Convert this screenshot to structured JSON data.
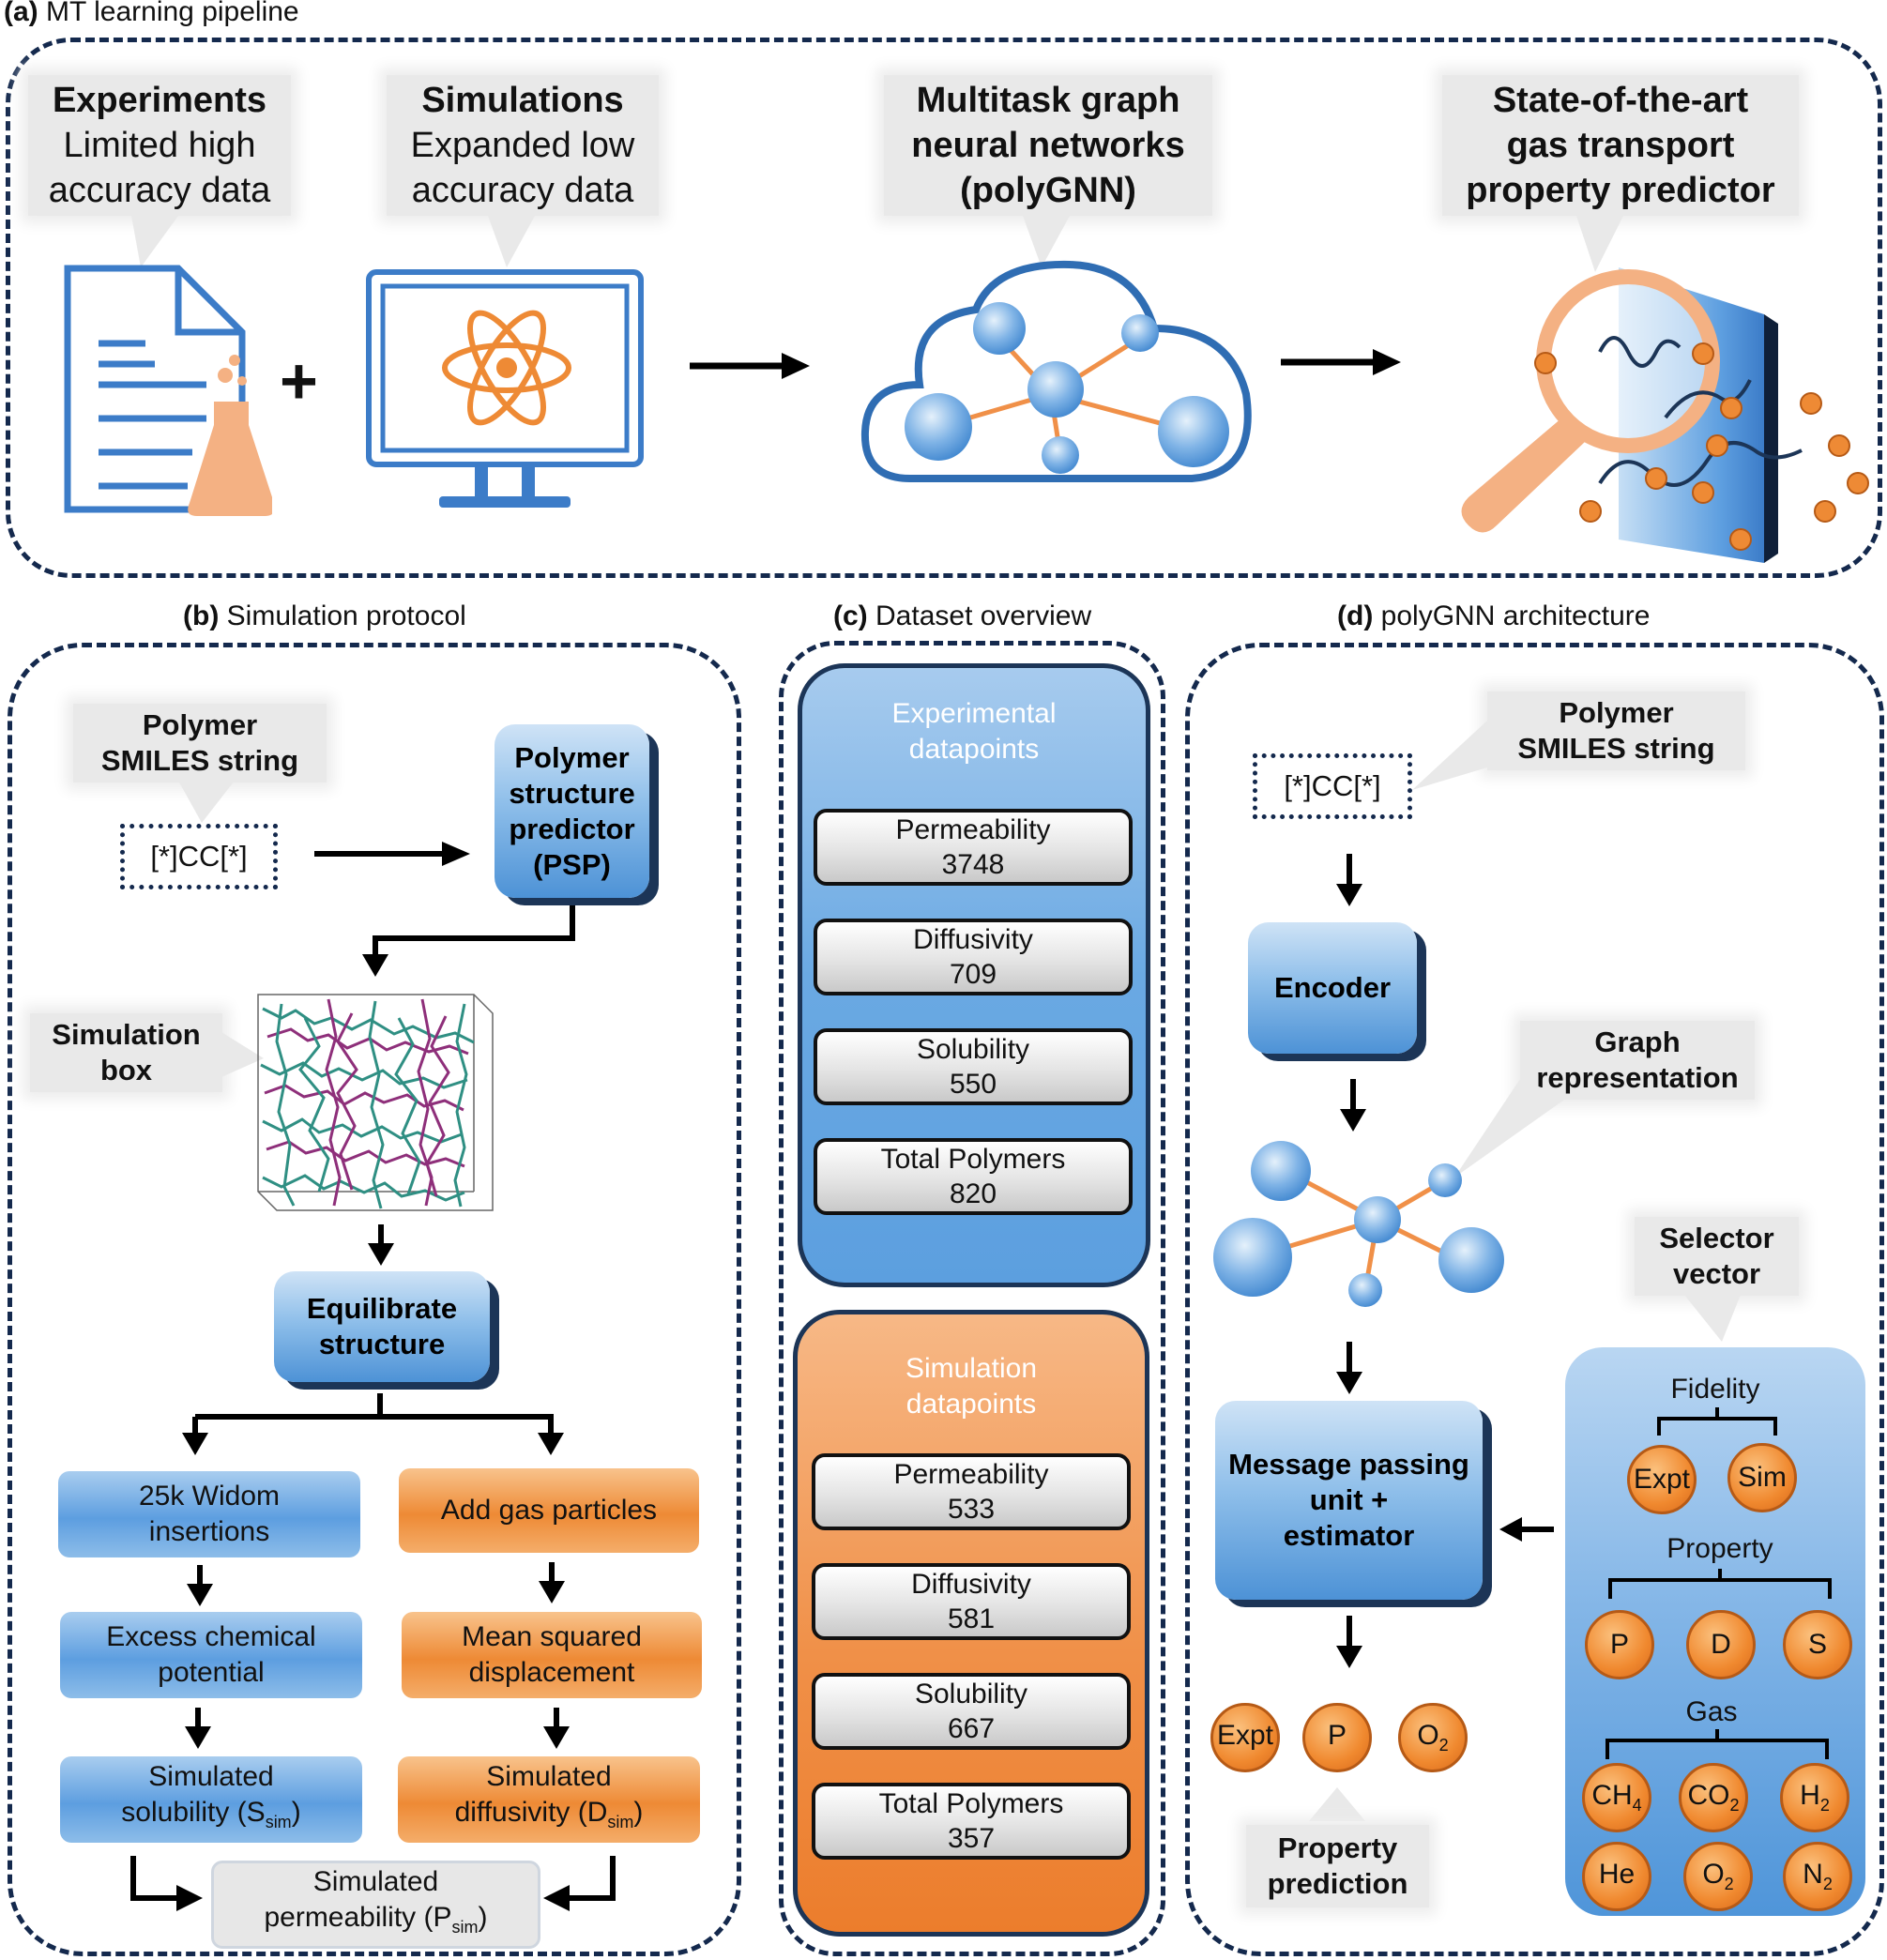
{
  "panel_a": {
    "label": "(a)",
    "title": "MT learning pipeline",
    "experiments": {
      "line1": "Experiments",
      "line2": "Limited high",
      "line3": "accuracy data"
    },
    "simulations": {
      "line1": "Simulations",
      "line2": "Expanded low",
      "line3": "accuracy data"
    },
    "plus": "+",
    "gnn": {
      "line1": "Multitask graph",
      "line2": "neural networks",
      "line3": "(polyGNN)"
    },
    "predictor": {
      "line1": "State-of-the-art",
      "line2": "gas transport",
      "line3": "property predictor"
    }
  },
  "panel_b": {
    "label": "(b)",
    "title": "Simulation protocol",
    "smiles_callout": {
      "line1": "Polymer",
      "line2": "SMILES string"
    },
    "smiles_value": "[*]CC[*]",
    "psp": {
      "line1": "Polymer",
      "line2": "structure",
      "line3": "predictor",
      "line4": "(PSP)"
    },
    "simbox_callout": {
      "line1": "Simulation",
      "line2": "box"
    },
    "equilibrate": {
      "line1": "Equilibrate",
      "line2": "structure"
    },
    "widom": {
      "line1": "25k Widom",
      "line2": "insertions"
    },
    "add_gas": "Add gas particles",
    "excess": {
      "line1": "Excess chemical",
      "line2": "potential"
    },
    "msd": {
      "line1": "Mean squared",
      "line2": "displacement"
    },
    "sim_sol": {
      "line1": "Simulated",
      "line2": "solubility (S",
      "sub": "sim",
      "close": ")"
    },
    "sim_diff": {
      "line1": "Simulated",
      "line2": "diffusivity (D",
      "sub": "sim",
      "close": ")"
    },
    "sim_perm": {
      "line1": "Simulated",
      "line2": "permeability (P",
      "sub": "sim",
      "close": ")"
    }
  },
  "panel_c": {
    "label": "(c)",
    "title": "Dataset overview",
    "experimental": {
      "title1": "Experimental",
      "title2": "datapoints",
      "cards": [
        {
          "name": "Permeability",
          "value": "3748"
        },
        {
          "name": "Diffusivity",
          "value": "709"
        },
        {
          "name": "Solubility",
          "value": "550"
        },
        {
          "name": "Total Polymers",
          "value": "820"
        }
      ]
    },
    "simulation": {
      "title1": "Simulation",
      "title2": "datapoints",
      "cards": [
        {
          "name": "Permeability",
          "value": "533"
        },
        {
          "name": "Diffusivity",
          "value": "581"
        },
        {
          "name": "Solubility",
          "value": "667"
        },
        {
          "name": "Total Polymers",
          "value": "357"
        }
      ]
    }
  },
  "panel_d": {
    "label": "(d)",
    "title": "polyGNN architecture",
    "smiles_callout": {
      "line1": "Polymer",
      "line2": "SMILES string"
    },
    "smiles_value": "[*]CC[*]",
    "encoder": "Encoder",
    "graph_callout": {
      "line1": "Graph",
      "line2": "representation"
    },
    "selector_callout": {
      "line1": "Selector",
      "line2": "vector"
    },
    "mpu": {
      "line1": "Message passing",
      "line2": "unit +",
      "line3": "estimator"
    },
    "fidelity": {
      "title": "Fidelity",
      "items": [
        "Expt",
        "Sim"
      ]
    },
    "property": {
      "title": "Property",
      "items": [
        "P",
        "D",
        "S"
      ]
    },
    "gas": {
      "title": "Gas",
      "items": [
        {
          "base": "CH",
          "sub": "4"
        },
        {
          "base": "CO",
          "sub": "2"
        },
        {
          "base": "H",
          "sub": "2"
        },
        {
          "base": "He",
          "sub": ""
        },
        {
          "base": "O",
          "sub": "2"
        },
        {
          "base": "N",
          "sub": "2"
        }
      ]
    },
    "output": [
      {
        "base": "Expt",
        "sub": ""
      },
      {
        "base": "P",
        "sub": ""
      },
      {
        "base": "O",
        "sub": "2"
      }
    ],
    "prediction_callout": {
      "line1": "Property",
      "line2": "prediction"
    }
  }
}
